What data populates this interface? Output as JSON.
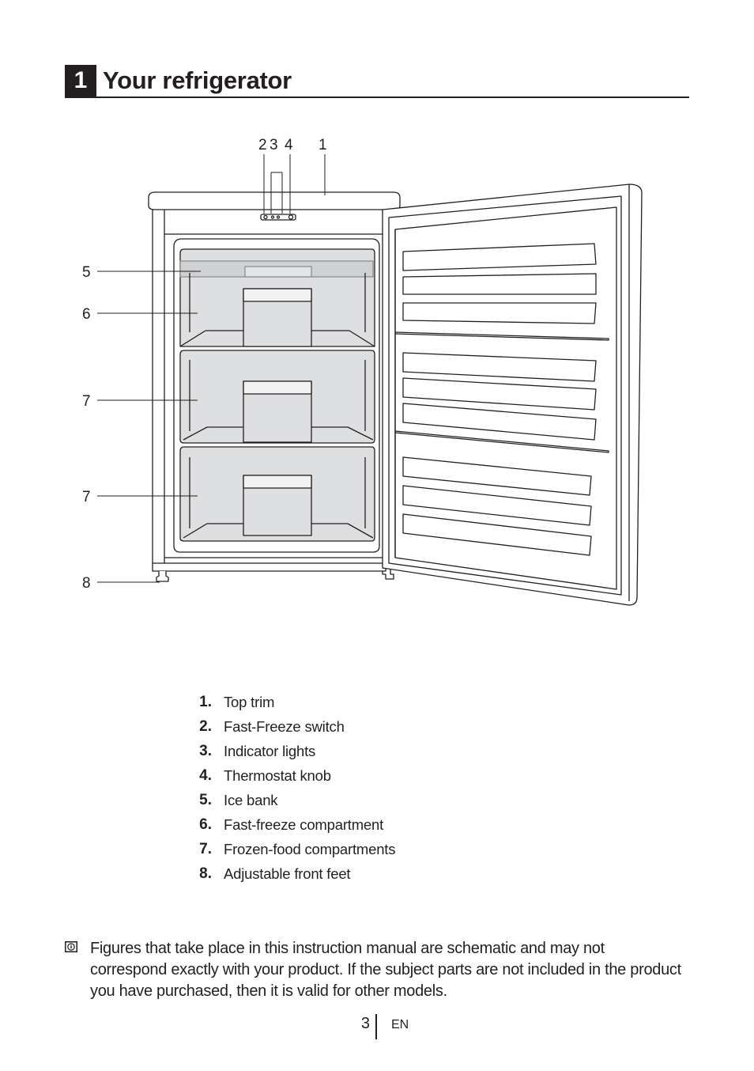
{
  "section": {
    "number": "1",
    "title": "Your refrigerator"
  },
  "diagram": {
    "callouts_top": [
      "2",
      "3",
      "4",
      "1"
    ],
    "callouts_left": [
      "5",
      "6",
      "7",
      "7",
      "8"
    ]
  },
  "legend": [
    {
      "num": "1.",
      "text": "Top trim"
    },
    {
      "num": "2.",
      "text": "Fast-Freeze switch"
    },
    {
      "num": "3.",
      "text": "Indicator lights"
    },
    {
      "num": "4.",
      "text": "Thermostat knob"
    },
    {
      "num": "5.",
      "text": "Ice bank"
    },
    {
      "num": "6.",
      "text": "Fast-freeze compartment"
    },
    {
      "num": "7.",
      "text": "Frozen-food compartments"
    },
    {
      "num": "8.",
      "text": "Adjustable front feet"
    }
  ],
  "note": {
    "icon": "info-icon",
    "text": "Figures that take place in this instruction manual are schematic and may not correspond exactly with your product. If the subject parts are not included in the product you have purchased, then it is valid for other models."
  },
  "footer": {
    "page": "3",
    "lang": "EN"
  }
}
